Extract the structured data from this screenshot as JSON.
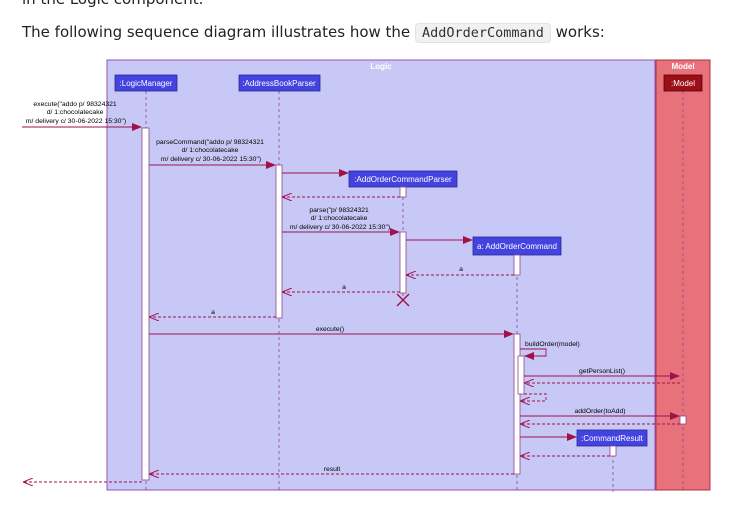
{
  "page": {
    "clipped_text": "in the Logic component.",
    "intro_before": "The following sequence diagram illustrates how the",
    "intro_code": "AddOrderCommand",
    "intro_after": "works:"
  },
  "colors": {
    "logic_frame": "#c8c8f6",
    "logic_border": "#9a4fb5",
    "model_frame": "#e8727c",
    "model_border": "#b03040",
    "participant_blue": "#4343e0",
    "participant_red": "#9b0f17",
    "arrow": "#a0124b"
  },
  "diagram": {
    "frames": {
      "logic": "Logic",
      "model": "Model"
    },
    "participants": {
      "logic_manager": ":LogicManager",
      "address_book_parser": ":AddressBookParser",
      "add_order_command_parser": ":AddOrderCommandParser",
      "add_order_command": "a: AddOrderCommand",
      "command_result": ":CommandResult",
      "model": ":Model"
    },
    "messages": {
      "execute_call": [
        "execute(\"addo p/ 98324321",
        "d/ 1:chocolatecake",
        "m/ delivery c/ 30-06-2022 15:30\")"
      ],
      "parse_command": [
        "parseCommand(\"addo p/ 98324321",
        "d/ 1:chocolatecake",
        "m/ delivery c/ 30-06-2022 15:30\")"
      ],
      "parse": [
        "parse(\"p/ 98324321",
        "d/ 1:chocolatecake",
        "m/ delivery c/ 30-06-2022 15:30\")"
      ],
      "return_a": "a",
      "execute": "execute()",
      "build_order": "buildOrder(model)",
      "get_person_list": "getPersonList()",
      "add_order": "addOrder(toAdd)",
      "result": "result"
    }
  }
}
